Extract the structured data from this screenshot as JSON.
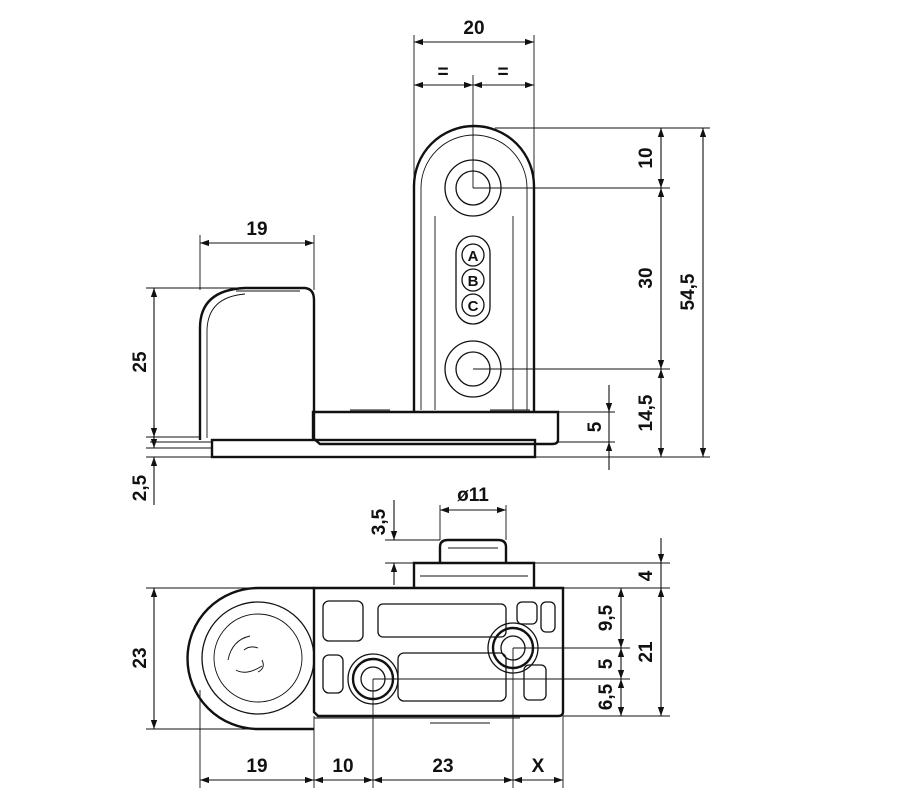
{
  "dimensions": {
    "top_width": "20",
    "half_left": "=",
    "half_right": "=",
    "top_radius_gap": "10",
    "hole_spacing": "30",
    "overall_height": "54,5",
    "lower_hole_height": "14,5",
    "plate_thickness": "5",
    "block_width": "19",
    "block_height": "25",
    "base_thickness": "2,5",
    "pin_diameter": "ø11",
    "pin_offset": "3,5",
    "pin_height": "4",
    "plan_width": "23",
    "right_upper": "9,5",
    "right_mid": "5",
    "right_lower": "6,5",
    "right_total": "21",
    "bottom_a": "19",
    "bottom_b": "10",
    "bottom_c": "23",
    "bottom_x": "X"
  },
  "badge_letters": [
    "A",
    "B",
    "C"
  ]
}
